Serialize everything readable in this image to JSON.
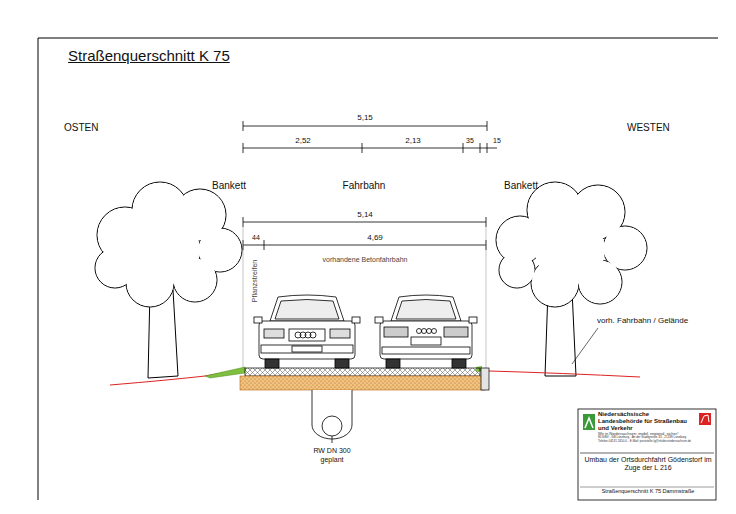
{
  "diagram": {
    "title": "Straßenquerschnitt K 75",
    "nodes": [
      {
        "text": [
          "Niedersächsische Landesbehörde für Straßenbau und Verkehr",
          "Wir in Niedersachsen: mobil, regional, sicher!",
          "NLStBV - GB Lüneburg - An der Stadtgrenze 33 - 21339 Lüneburg Telefon 04131 2450-0 - E-Mail: poststelle-lg@nlstbv.niedersachsen.de"
        ]
      },
      {
        "text": [
          "Umbau der Ortsdurchfahrt Gödenstorf im Zuge der L 216"
        ]
      },
      {
        "text": [
          "Straßenquerschnitt K 75 Dammstraße"
        ]
      }
    ],
    "labels": [
      "OSTEN",
      "WESTEN",
      "5,15",
      "2,52",
      "2,13",
      "35",
      "15",
      "Bankett",
      "Fahrbahn",
      "Bankett",
      "5,14",
      "44",
      "4,69",
      "vorhandene Betonfahrbahn",
      "Pflanzstreifen",
      "vorh. Fahrbahn / Gelände",
      "RW DN 300",
      "geplant"
    ]
  }
}
